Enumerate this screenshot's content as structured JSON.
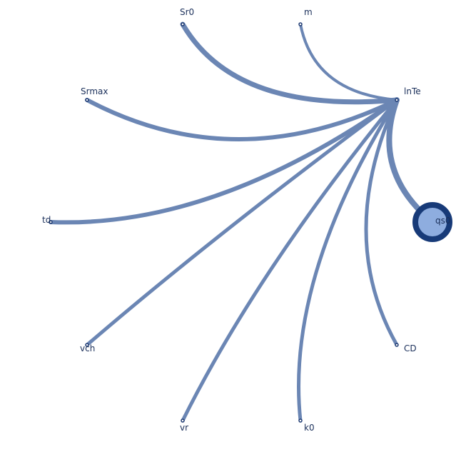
{
  "diagram": {
    "type": "radial-network",
    "colors": {
      "edge": "#6b86b4",
      "node_stroke": "#1f3b73",
      "node_fill": "#ffffff",
      "big_node_fill": "#8eaddf",
      "big_node_stroke": "#173a78",
      "label": "#1a2f5a"
    },
    "nodes": [
      {
        "id": "Sr0",
        "label": "Sr0"
      },
      {
        "id": "m",
        "label": "m"
      },
      {
        "id": "lnTe",
        "label": "lnTe"
      },
      {
        "id": "Srmax",
        "label": "Srmax"
      },
      {
        "id": "td",
        "label": "td"
      },
      {
        "id": "qs0",
        "label": "qs0"
      },
      {
        "id": "vch",
        "label": "vch"
      },
      {
        "id": "CD",
        "label": "CD"
      },
      {
        "id": "vr",
        "label": "vr"
      },
      {
        "id": "k0",
        "label": "k0"
      }
    ],
    "edges": [
      {
        "from": "Sr0",
        "to": "lnTe"
      },
      {
        "from": "m",
        "to": "lnTe"
      },
      {
        "from": "Srmax",
        "to": "lnTe"
      },
      {
        "from": "td",
        "to": "lnTe"
      },
      {
        "from": "vch",
        "to": "lnTe"
      },
      {
        "from": "vr",
        "to": "lnTe"
      },
      {
        "from": "k0",
        "to": "lnTe"
      },
      {
        "from": "CD",
        "to": "lnTe"
      },
      {
        "from": "qs0",
        "to": "lnTe"
      }
    ]
  }
}
